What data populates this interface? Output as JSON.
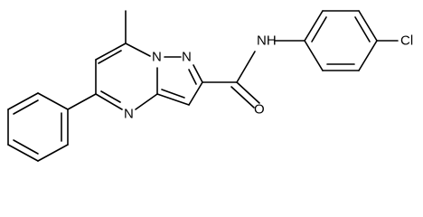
{
  "molecule": {
    "atom_labels": {
      "nh": "NH",
      "o": "O",
      "cl": "Cl",
      "n_ring_top": "N",
      "n_bridge": "N",
      "n_pyrimidine": "N"
    }
  },
  "colors": {
    "bond": "#000000",
    "background": "#ffffff"
  }
}
